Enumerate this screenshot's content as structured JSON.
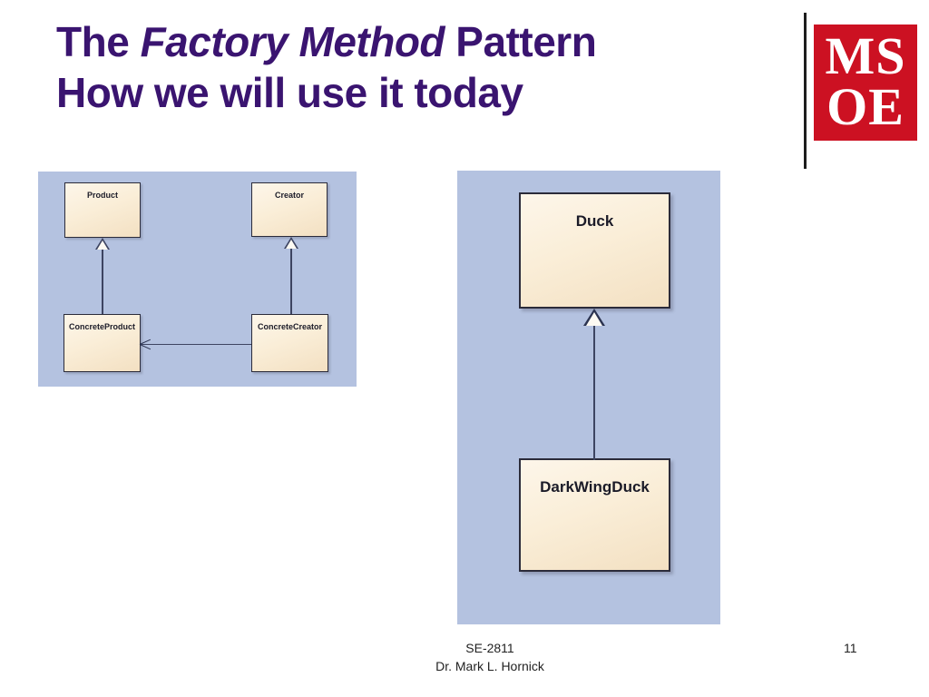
{
  "slide": {
    "title_part1": "The ",
    "title_emphasis": "Factory Method",
    "title_part3": " Pattern",
    "title_line2": "How we will use it today",
    "title_color": "#3a1470",
    "background_color": "#ffffff"
  },
  "logo": {
    "name": "msoe-logo",
    "line1": "MS",
    "line2": "OE",
    "square_color": "#cc1122",
    "text_color": "#ffffff"
  },
  "diagrams": {
    "panel_background": "#b4c2e0",
    "pattern": {
      "name": "factory-method-pattern-diagram",
      "classes": [
        {
          "name": "Product"
        },
        {
          "name": "Creator"
        },
        {
          "name": "ConcreteProduct"
        },
        {
          "name": "ConcreteCreator"
        }
      ],
      "relationships": [
        {
          "type": "generalization",
          "from": "ConcreteProduct",
          "to": "Product"
        },
        {
          "type": "generalization",
          "from": "ConcreteCreator",
          "to": "Creator"
        },
        {
          "type": "dependency",
          "from": "ConcreteCreator",
          "to": "ConcreteProduct"
        }
      ]
    },
    "duck": {
      "name": "duck-example-diagram",
      "classes": [
        {
          "name": "Duck"
        },
        {
          "name": "DarkWingDuck"
        }
      ],
      "relationships": [
        {
          "type": "generalization",
          "from": "DarkWingDuck",
          "to": "Duck"
        }
      ]
    }
  },
  "footer": {
    "course": "SE-2811",
    "author": "Dr. Mark L. Hornick",
    "page_number": "11"
  }
}
